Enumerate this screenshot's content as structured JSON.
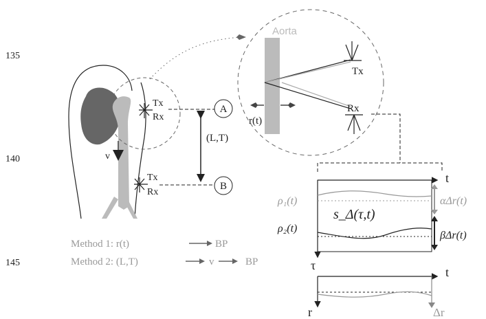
{
  "line_numbers": [
    "135",
    "140",
    "145"
  ],
  "aorta_label": "Aorta",
  "radius_label": "r(t)",
  "tx_label": "Tx",
  "rx_label": "Rx",
  "point_a": "A",
  "point_b": "B",
  "distance_time_label": "(L,T)",
  "velocity_label": "v",
  "methods": [
    "Method 1: r(t)",
    "BP",
    "Method 2: (L,T)",
    "v",
    "BP"
  ],
  "plot": {
    "t_axis": "t",
    "tau_axis": "τ",
    "rho1": "ρ₁(t)",
    "rho2": "ρ₂(t)",
    "signal": "s_Δ(τ,t)",
    "alpha_shift": "αΔr(t)",
    "beta_shift": "βΔr(t)",
    "r_axis": "r",
    "delta_r": "Δr"
  },
  "colors": {
    "gray": "#999999",
    "light_gray": "#bbbbbb",
    "heart": "#666666",
    "dark": "#222222"
  }
}
